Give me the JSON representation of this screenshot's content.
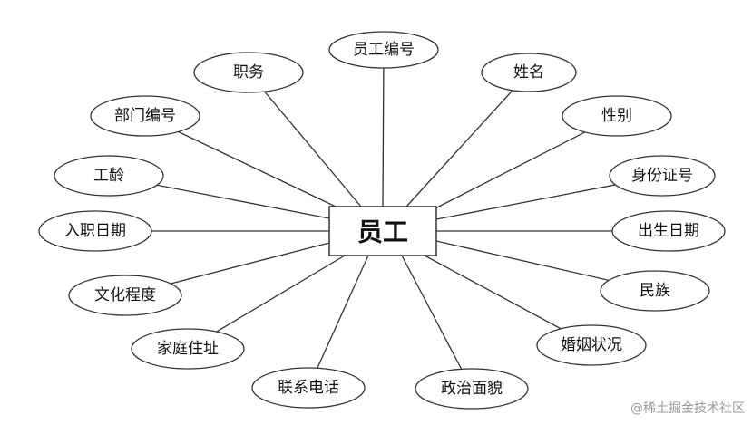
{
  "entity": {
    "label": "员工"
  },
  "attributes": [
    {
      "id": "employee-id",
      "label": "员工编号"
    },
    {
      "id": "name",
      "label": "姓名"
    },
    {
      "id": "gender",
      "label": "性别"
    },
    {
      "id": "id-number",
      "label": "身份证号"
    },
    {
      "id": "birth-date",
      "label": "出生日期"
    },
    {
      "id": "ethnicity",
      "label": "民族"
    },
    {
      "id": "marital-status",
      "label": "婚姻状况"
    },
    {
      "id": "political-status",
      "label": "政治面貌"
    },
    {
      "id": "phone",
      "label": "联系电话"
    },
    {
      "id": "address",
      "label": "家庭住址"
    },
    {
      "id": "education",
      "label": "文化程度"
    },
    {
      "id": "hire-date",
      "label": "入职日期"
    },
    {
      "id": "seniority",
      "label": "工龄"
    },
    {
      "id": "dept-id",
      "label": "部门编号"
    },
    {
      "id": "position",
      "label": "职务"
    }
  ],
  "watermark": "@稀土掘金技术社区",
  "colors": {
    "stroke": "#333333",
    "text": "#111111",
    "background": "#ffffff"
  }
}
